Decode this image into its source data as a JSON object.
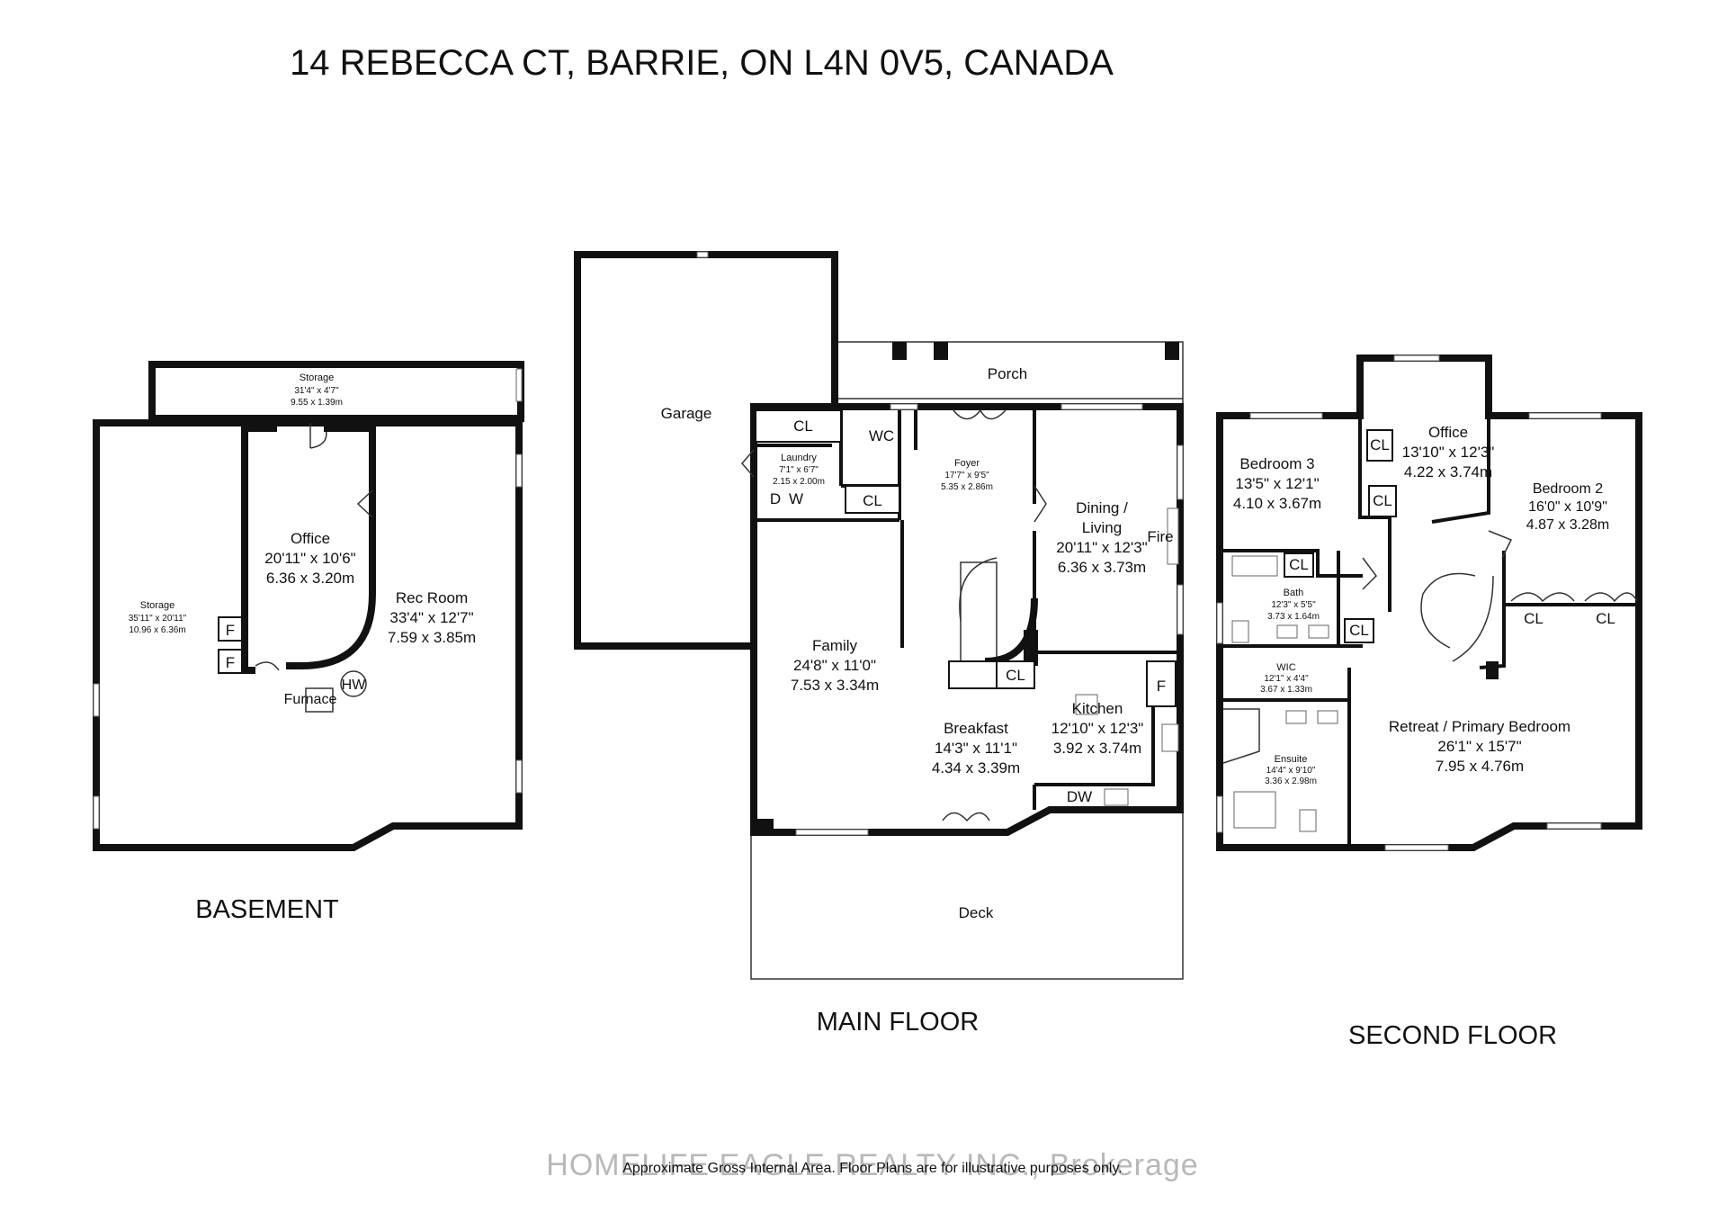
{
  "title": "14 REBECCA CT, BARRIE, ON L4N 0V5, CANADA",
  "footer": {
    "note": "Approximate Gross Internal Area. Floor Plans are for illustrative purposes only.",
    "watermark": "HOMELIFE EAGLE REALTY INC., Brokerage"
  },
  "floors": {
    "basement": {
      "label": "BASEMENT",
      "rooms": {
        "storage_top": {
          "name": "Storage",
          "imperial": "31'4\" x 4'7\"",
          "metric": "9.55 x 1.39m"
        },
        "storage_main": {
          "name": "Storage",
          "imperial": "35'11\" x 20'11\"",
          "metric": "10.96 x 6.36m"
        },
        "office": {
          "name": "Office",
          "imperial": "20'11\" x 10'6\"",
          "metric": "6.36 x 3.20m"
        },
        "rec_room": {
          "name": "Rec Room",
          "imperial": "33'4\" x 12'7\"",
          "metric": "7.59 x 3.85m"
        }
      },
      "labels": {
        "f1": "F",
        "f2": "F",
        "furnace": "Furnace",
        "hw": "HW"
      }
    },
    "main": {
      "label": "MAIN FLOOR",
      "rooms": {
        "garage": {
          "name": "Garage"
        },
        "porch": {
          "name": "Porch"
        },
        "laundry": {
          "name": "Laundry",
          "imperial": "7'1\" x 6'7\"",
          "metric": "2.15 x 2.00m"
        },
        "foyer": {
          "name": "Foyer",
          "imperial": "17'7\" x 9'5\"",
          "metric": "5.35 x 2.86m"
        },
        "dining": {
          "name_line1": "Dining /",
          "name_line2": "Living",
          "imperial": "20'11\" x 12'3\"",
          "metric": "6.36 x 3.73m"
        },
        "family": {
          "name": "Family",
          "imperial": "24'8\" x 11'0\"",
          "metric": "7.53 x 3.34m"
        },
        "breakfast": {
          "name": "Breakfast",
          "imperial": "14'3\" x 11'1\"",
          "metric": "4.34 x 3.39m"
        },
        "kitchen": {
          "name": "Kitchen",
          "imperial": "12'10\" x 12'3\"",
          "metric": "3.92 x 3.74m"
        },
        "deck": {
          "name": "Deck"
        }
      },
      "labels": {
        "cl1": "CL",
        "cl2": "CL",
        "cl3": "CL",
        "wc": "WC",
        "d": "D",
        "w": "W",
        "fire": "Fire",
        "f": "F",
        "dw": "DW"
      }
    },
    "second": {
      "label": "SECOND FLOOR",
      "rooms": {
        "bedroom3": {
          "name": "Bedroom 3",
          "imperial": "13'5\" x 12'1\"",
          "metric": "4.10 x 3.67m"
        },
        "office": {
          "name": "Office",
          "imperial": "13'10\" x 12'3\"",
          "metric": "4.22 x 3.74m"
        },
        "bedroom2": {
          "name": "Bedroom 2",
          "imperial": "16'0\" x 10'9\"",
          "metric": "4.87 x 3.28m"
        },
        "bath": {
          "name": "Bath",
          "imperial": "12'3\" x 5'5\"",
          "metric": "3.73 x 1.64m"
        },
        "wic": {
          "name": "WIC",
          "imperial": "12'1\" x 4'4\"",
          "metric": "3.67 x 1.33m"
        },
        "ensuite": {
          "name": "Ensuite",
          "imperial": "14'4\" x 9'10\"",
          "metric": "3.36 x 2.98m"
        },
        "primary": {
          "name": "Retreat / Primary Bedroom",
          "imperial": "26'1\" x 15'7\"",
          "metric": "7.95 x 4.76m"
        }
      },
      "labels": {
        "cl1": "CL",
        "cl2": "CL",
        "cl3": "CL",
        "cl4": "CL",
        "cl5": "CL",
        "cl6": "CL"
      }
    }
  }
}
